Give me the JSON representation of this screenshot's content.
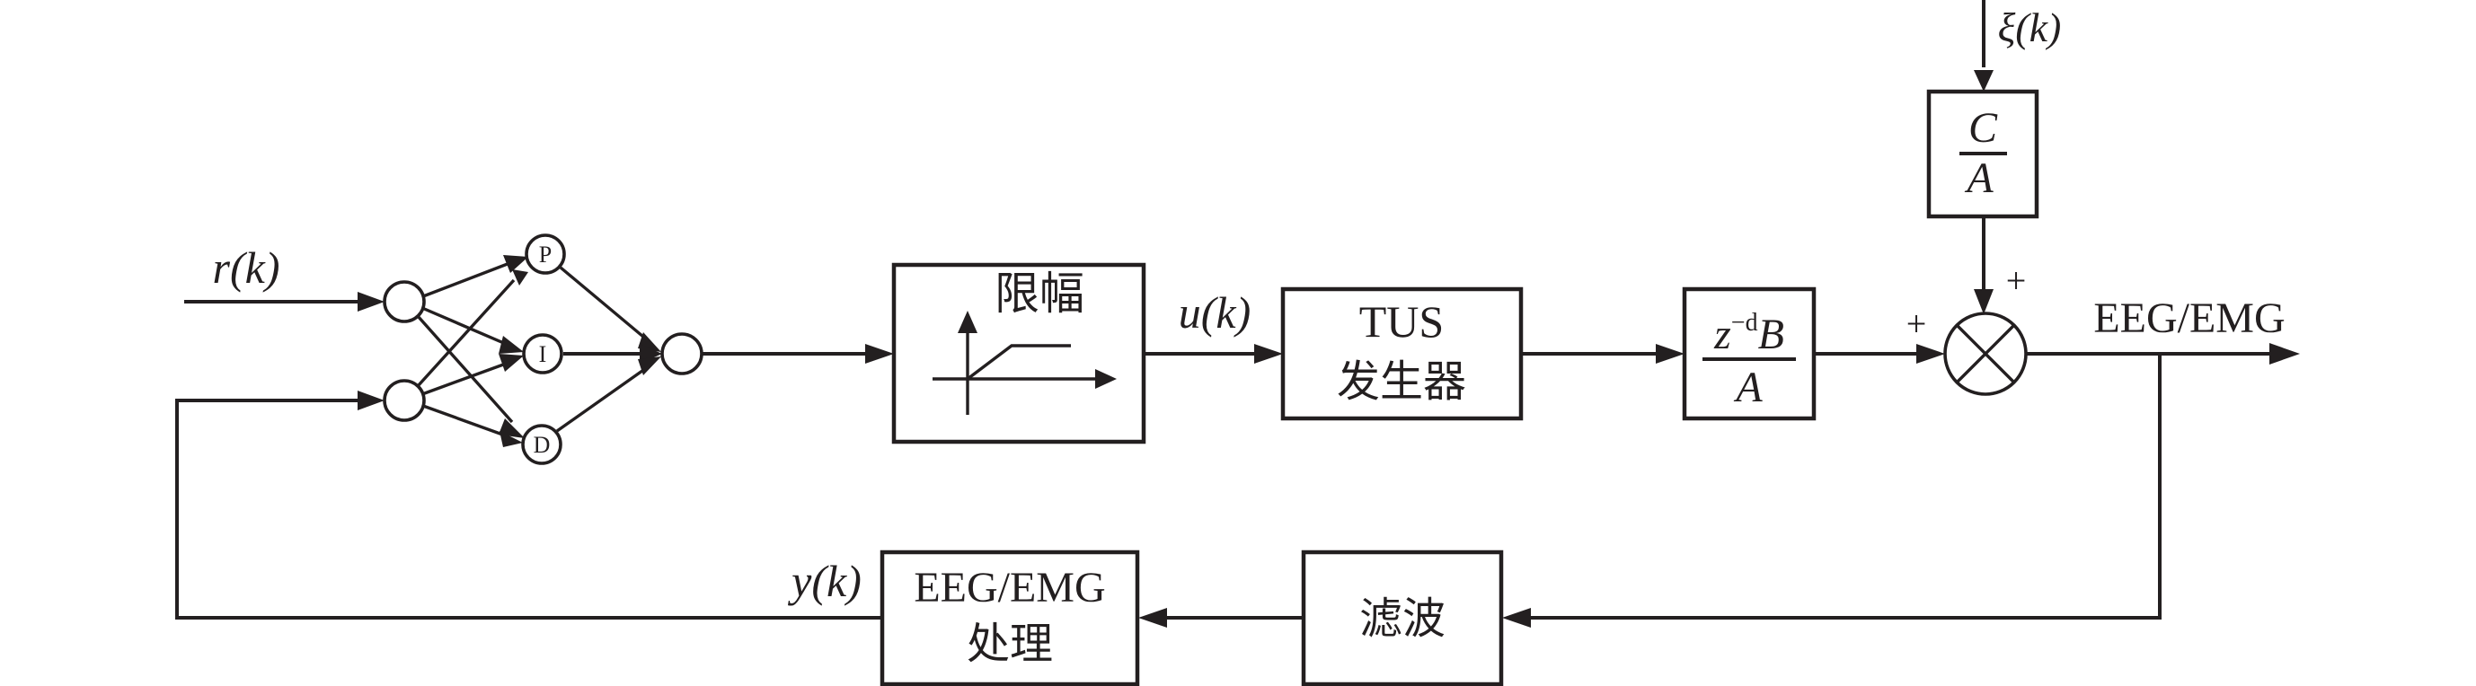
{
  "diagram": {
    "title": "Neural-network PID closed-loop control of TUS stimulation with EEG/EMG feedback",
    "signals": {
      "reference": "r(k)",
      "control": "u(k)",
      "noise": "ξ(k)",
      "output": "EEG/EMG",
      "feedback": "y(k)"
    },
    "pid_network": {
      "input_nodes": 2,
      "hidden_nodes": [
        "P",
        "I",
        "D"
      ],
      "output_nodes": 1
    },
    "blocks": {
      "limiter": {
        "label": "限幅"
      },
      "tus_generator": {
        "line1": "TUS",
        "line2": "发生器"
      },
      "plant": {
        "numerator_base": "z",
        "numerator_exp": "−d",
        "numerator_tail": "B",
        "denominator": "A"
      },
      "noise_filter": {
        "numerator": "C",
        "denominator": "A"
      },
      "filter": {
        "label": "滤波"
      },
      "processing": {
        "line1": "EEG/EMG",
        "line2": "处理"
      }
    },
    "sum_junction": {
      "sign_left": "+",
      "sign_top": "+"
    },
    "colors": {
      "ink": "#231f20",
      "background": "#ffffff"
    }
  }
}
